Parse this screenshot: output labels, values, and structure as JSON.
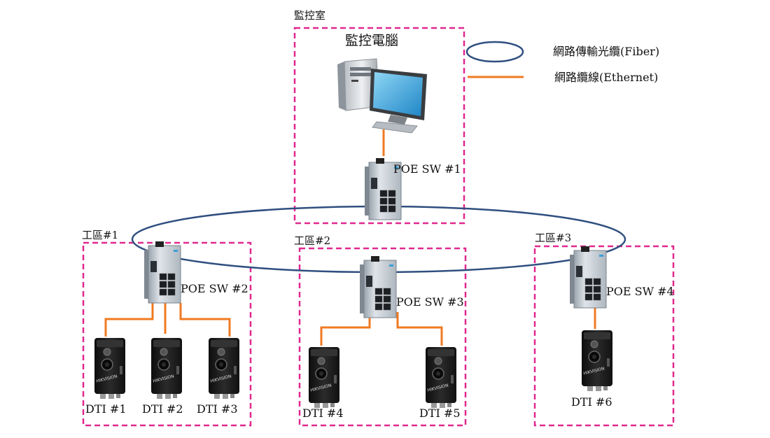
{
  "colors": {
    "zone_border": "#e0288f",
    "fiber": "#2f4f7f",
    "ethernet": "#f07a22",
    "switch_body": "#c4ccd4",
    "camera_body": "#1c1c1c"
  },
  "legend": {
    "fiber_label": "網路傳輸光纜(Fiber)",
    "ethernet_label": "網路纜線(Ethernet)"
  },
  "control_room": {
    "zone_label": "監控室",
    "pc_label": "監控電腦",
    "pc_icon": "computer-icon",
    "switch_label": "POE SW #1"
  },
  "zones": [
    {
      "label": "工區#1",
      "switch_label": "POE SW #2",
      "cameras": [
        "DTI #1",
        "DTI #2",
        "DTI #3"
      ]
    },
    {
      "label": "工區#2",
      "switch_label": "POE SW #3",
      "cameras": [
        "DTI #4",
        "DTI #5"
      ]
    },
    {
      "label": "工區#3",
      "switch_label": "POE SW #4",
      "cameras": [
        "DTI #6"
      ]
    }
  ],
  "camera_brand": "HIKVISION",
  "icons": {
    "switch": "poe-switch-icon",
    "camera": "thermal-camera-icon"
  }
}
